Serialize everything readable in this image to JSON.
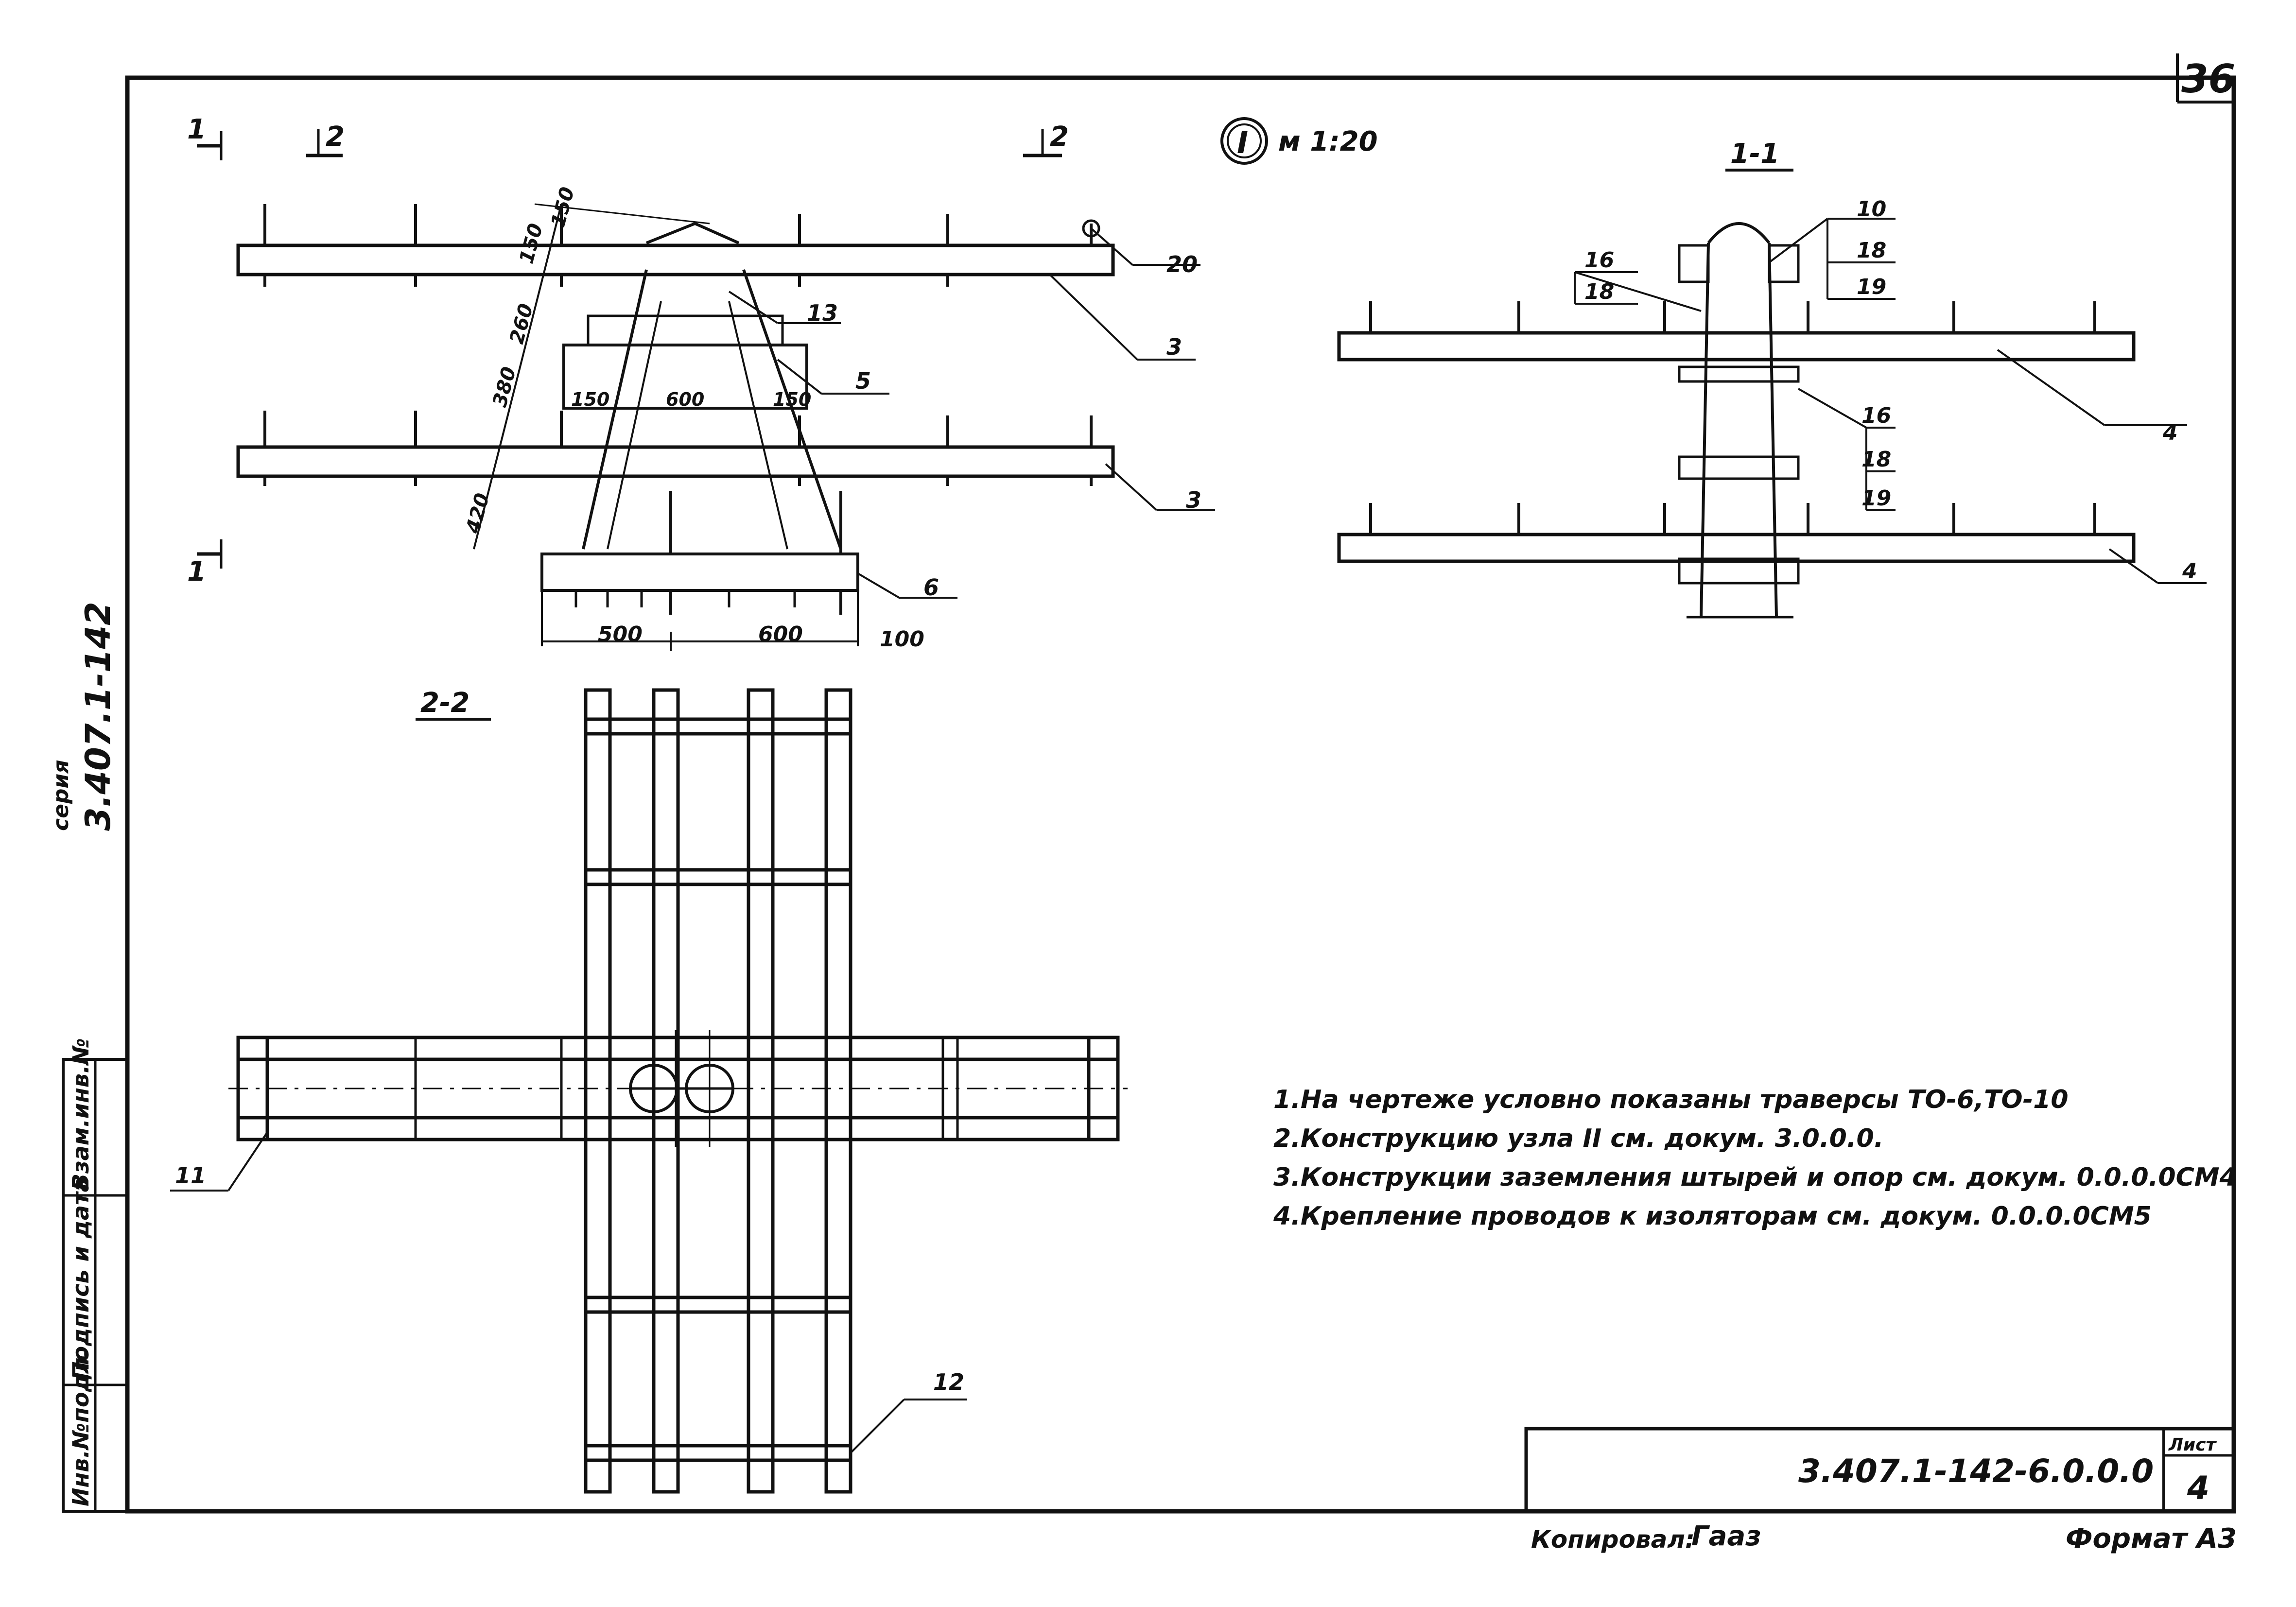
{
  "sheet": {
    "page_number": "36",
    "scale": "м 1:20",
    "node_mark": "I",
    "series_label": "серия",
    "series_code": "3.407.1-142",
    "doc_code": "3.407.1-142-6.0.0.0",
    "sheet_label": "Лист",
    "sheet_no": "4",
    "copied_by": "Копировал:",
    "signature": "Гааз",
    "format": "Формат А3"
  },
  "side_stamp": {
    "inv": "Инв.№подл.",
    "sign": "Подпись и дата",
    "replace": "Взам.инв.№"
  },
  "views": {
    "main": {
      "cut1_a": "1",
      "cut1_b": "1",
      "cut2_a": "2",
      "cut2_b": "2",
      "dims": [
        "150",
        "150",
        "260",
        "380",
        "420",
        "150",
        "600",
        "150",
        "500",
        "600",
        "100"
      ],
      "callouts": [
        "20",
        "13",
        "3",
        "5",
        "3",
        "6"
      ]
    },
    "section_1_1": {
      "title": "1-1",
      "callouts": [
        "10",
        "18",
        "19",
        "16",
        "18",
        "4",
        "16",
        "18",
        "19",
        "4"
      ]
    },
    "section_2_2": {
      "title": "2-2",
      "callouts": [
        "11",
        "12"
      ]
    }
  },
  "notes": [
    "1.На чертеже условно показаны траверсы ТО-6,ТО-10",
    "2.Конструкцию узла II см. докум. 3.0.0.0.",
    "3.Конструкции заземления штырей и опор см. докум. 0.0.0.0СМ4",
    "4.Крепление проводов к изоляторам см. докум. 0.0.0.0СМ5"
  ]
}
